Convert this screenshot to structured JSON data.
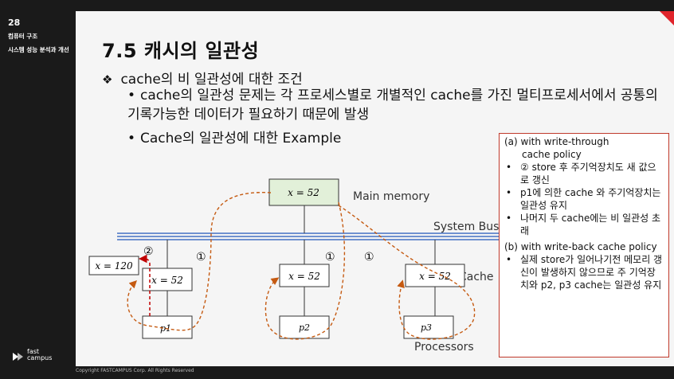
{
  "sidebar": {
    "page_number": "28",
    "course": "컴퓨터 구조",
    "chapter": "시스템 성능 분석과 개선"
  },
  "logo": {
    "line1": "fast",
    "line2": "campus"
  },
  "footer": "Copyright FASTCAMPUS Corp. All Rights Reserved",
  "slide": {
    "title": "7.5 캐시의 일관성",
    "bullet1": "cache의 비 일관성에 대한 조건",
    "bullet2": "cache의 일관성 문제는 각 프로세스별로 개별적인 cache를 가진 멀티프로세서에서 공통의 기록가능한 데이터가 필요하기 때문에 발생",
    "bullet3": "Cache의 일관성에 대한 Example"
  },
  "diagram": {
    "main_memory_value": "x = 52",
    "main_memory_label": "Main memory",
    "system_bus_label": "System Bus",
    "cache_label": "Cache",
    "processors_label": "Processors",
    "write_value": "x = 120",
    "caches": [
      "x = 52",
      "x = 52",
      "x = 52"
    ],
    "processors": [
      "p1",
      "p2",
      "p3"
    ],
    "step2": "②",
    "step1": "①"
  },
  "callout": {
    "a_title_1": "(a) with write-through",
    "a_title_2": "cache policy",
    "a_items": [
      "② store 후 주기억장치도 새 값으로 갱신",
      "p1에 의한 cache 와 주기억장치는 일관성 유지",
      "나머지 두 cache에는 비 일관성 초래"
    ],
    "b_title": "(b) with write-back cache policy",
    "b_items": [
      "실제 store가 일어나기전 메모리 갱신이 발생하지 않으므로 주 기억장치와 p2, p3 cache는 일관성 유지"
    ]
  },
  "colors": {
    "accent": "#e0242b",
    "mem_fill": "#e2f0d9",
    "bus": "#4472c4",
    "arrow": "#c55a11"
  }
}
